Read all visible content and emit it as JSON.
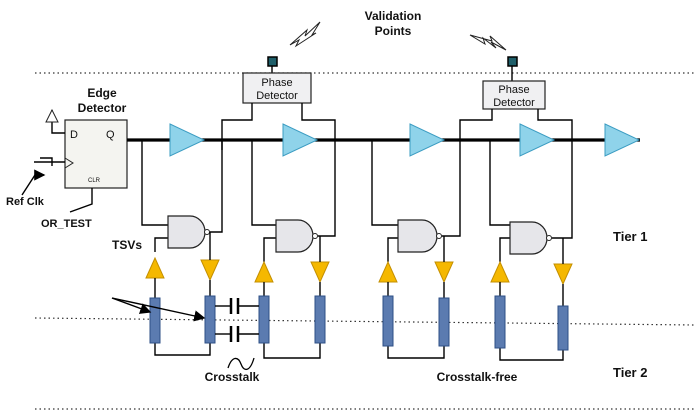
{
  "labels": {
    "validation_points": [
      "Validation",
      "Points"
    ],
    "edge_detector": [
      "Edge",
      "Detector"
    ],
    "phase_detector": [
      "Phase",
      "Detector"
    ],
    "ff_d": "D",
    "ff_q": "Q",
    "ff_clr": "CLR",
    "ref_clk": "Ref Clk",
    "or_test": "OR_TEST",
    "tsvs": "TSVs",
    "tier1": "Tier 1",
    "tier2": "Tier 2",
    "crosstalk": "Crosstalk",
    "crosstalk_free": "Crosstalk-free"
  },
  "colors": {
    "buffer": "#8fd3ea",
    "tsv": "#5b7bb0",
    "tsv_buffer": "#f5b800",
    "validation_point": "#1f5f6a"
  }
}
